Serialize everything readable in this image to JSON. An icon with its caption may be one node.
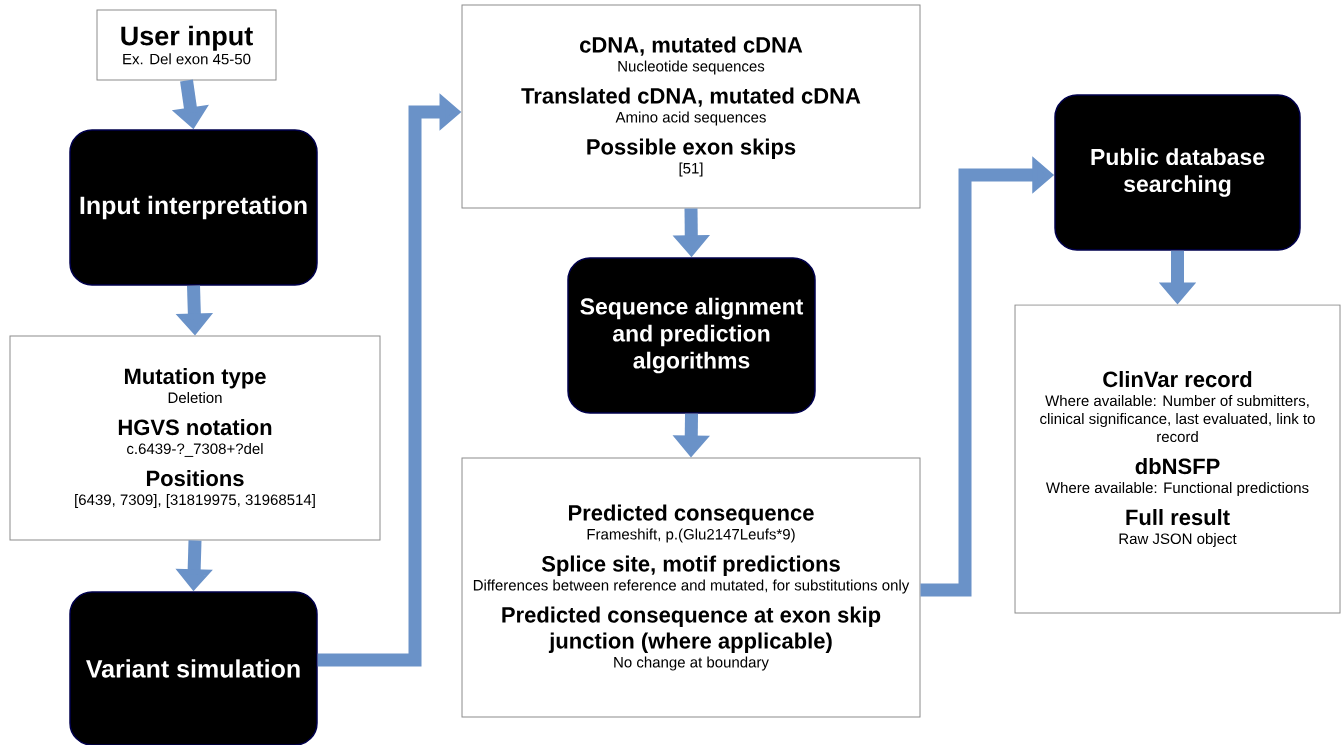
{
  "diagram": {
    "nodes": [
      {
        "text": [
          "User input",
          "Ex. Del exon 45-50"
        ]
      },
      {
        "text": [
          "Input interpretation"
        ]
      },
      {
        "text": [
          "Mutation type",
          "Deletion",
          "HGVS notation",
          "c.6439-?_7308+?del",
          "Positions",
          "[6439, 7309], [31819975, 31968514]"
        ]
      },
      {
        "text": [
          "Variant simulation"
        ]
      },
      {
        "text": [
          "cDNA, mutated cDNA",
          "Nucleotide sequences",
          "Translated cDNA, mutated cDNA",
          "Amino acid sequences",
          "Possible exon skips",
          "[51]"
        ]
      },
      {
        "text": [
          "Sequence alignment and prediction algorithms"
        ]
      },
      {
        "text": [
          "Predicted consequence",
          "Frameshift, p.(Glu2147Leufs*9)",
          "Splice site, motif predictions",
          "Differences between reference and mutated, for substitutions only",
          "Predicted consequence at exon skip junction (where applicable)",
          "No change at boundary"
        ]
      },
      {
        "text": [
          "Public database searching"
        ]
      },
      {
        "text": [
          "ClinVar record",
          "Where available: Number of submitters, clinical significance, last evaluated, link to record",
          "dbNSFP",
          "Where available: Functional predictions",
          "Full result",
          "Raw JSON object"
        ]
      }
    ],
    "edges": [
      {
        "from": 0,
        "to": 1,
        "arrow": "to"
      },
      {
        "from": 1,
        "to": 2,
        "arrow": "to"
      },
      {
        "from": 2,
        "to": 3,
        "arrow": "to"
      },
      {
        "from": 3,
        "to": 4,
        "arrow": "to"
      },
      {
        "from": 4,
        "to": 5,
        "arrow": "to"
      },
      {
        "from": 5,
        "to": 6,
        "arrow": "to"
      },
      {
        "from": 6,
        "to": 7,
        "arrow": "to"
      },
      {
        "from": 7,
        "to": 8,
        "arrow": "to"
      }
    ]
  }
}
